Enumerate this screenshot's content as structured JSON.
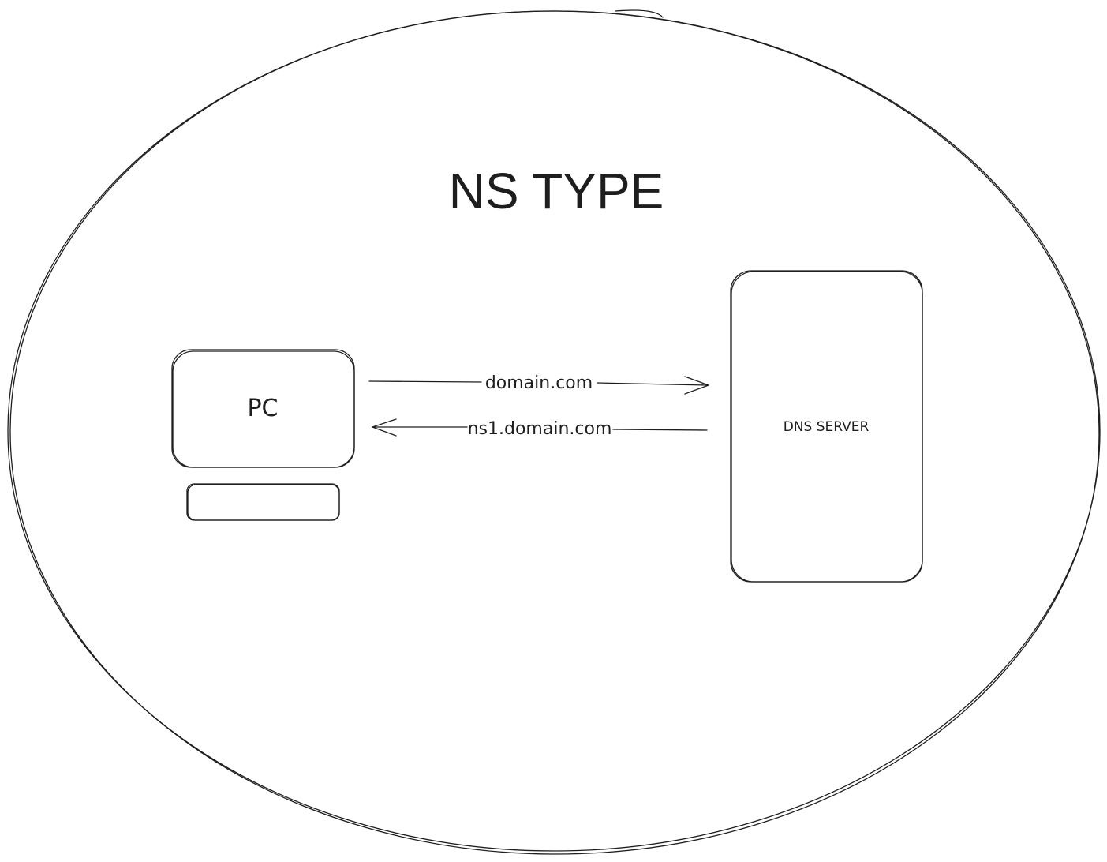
{
  "diagram": {
    "title": "NS TYPE",
    "nodes": {
      "pc": {
        "label": "PC"
      },
      "dns_server": {
        "label": "DNS SERVER"
      }
    },
    "edges": [
      {
        "id": "request",
        "from": "pc",
        "to": "dns_server",
        "label": "domain.com"
      },
      {
        "id": "response",
        "from": "dns_server",
        "to": "pc",
        "label": "ns1.domain.com"
      }
    ]
  }
}
